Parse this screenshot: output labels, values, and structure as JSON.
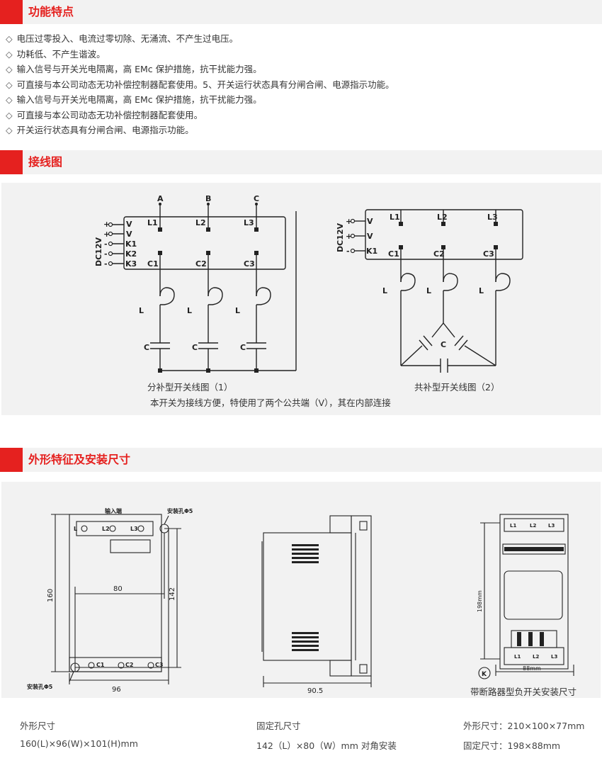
{
  "sections": {
    "features_title": "功能特点",
    "wiring_title": "接线图",
    "dims_title": "外形特征及安装尺寸"
  },
  "features": [
    "电压过零投入、电流过零切除、无涌流、不产生过电压。",
    "功耗低、不产生谐波。",
    "输入信号与开关光电隔离，高 EMc 保护措施，抗干扰能力强。",
    "可直接与本公司动态无功补偿控制器配套使用。5、开关运行状态具有分闸合闸、电源指示功能。",
    "输入信号与开关光电隔离，高 EMc 保护措施，抗干扰能力强。",
    "可直接与本公司动态无功补偿控制器配套使用。",
    "开关运行状态具有分闸合闸、电源指示功能。"
  ],
  "wiring": {
    "d1": {
      "phases": [
        "A",
        "B",
        "C"
      ],
      "top_terms": [
        "L1",
        "L2",
        "L3"
      ],
      "bot_terms": [
        "C1",
        "C2",
        "C3"
      ],
      "inputs": [
        "V",
        "V",
        "K1",
        "K2",
        "K3"
      ],
      "signs": [
        "+",
        "+",
        "-",
        "-",
        "-"
      ],
      "voltage": "DC12V",
      "L": "L",
      "C": "C",
      "caption": "分补型开关线图（1）"
    },
    "d2": {
      "top_terms": [
        "L1",
        "L2",
        "L3"
      ],
      "bot_terms": [
        "C1",
        "C2",
        "C3"
      ],
      "inputs": [
        "V",
        "V",
        "K1"
      ],
      "signs": [
        "+",
        "+",
        "-"
      ],
      "voltage": "DC12V",
      "L": "L",
      "C": "C",
      "caption": "共补型开关线图（2）"
    },
    "note": "本开关为接线方便，特使用了两个公共端（V），其在内部连接"
  },
  "dims": {
    "front": {
      "input_label": "输入端",
      "hole_top": "安装孔Φ5",
      "hole_bottom": "安装孔Φ5",
      "top_terms": [
        "L",
        "L2",
        "L3"
      ],
      "bot_terms": [
        "C1",
        "C2",
        "C3"
      ],
      "dim_80": "80",
      "dim_160": "160",
      "dim_142": "142",
      "dim_96": "96"
    },
    "side": {
      "dim_90_5": "90.5"
    },
    "breaker": {
      "top_terms": [
        "L1",
        "L2",
        "L3"
      ],
      "bot_terms": [
        "L1",
        "L2",
        "L3"
      ],
      "dim_198": "198mm",
      "dim_88": "88mm",
      "k_mark": "K",
      "caption": "带断路器型负开关安装尺寸"
    },
    "specs": [
      {
        "label": "外形尺寸",
        "value": "160(L)×96(W)×101(H)mm"
      },
      {
        "label": "固定孔尺寸",
        "value": "142（L）×80（W）mm 对角安装"
      },
      {
        "label": "外形尺寸：210×100×77mm",
        "value": "固定尺寸：198×88mm"
      }
    ]
  }
}
